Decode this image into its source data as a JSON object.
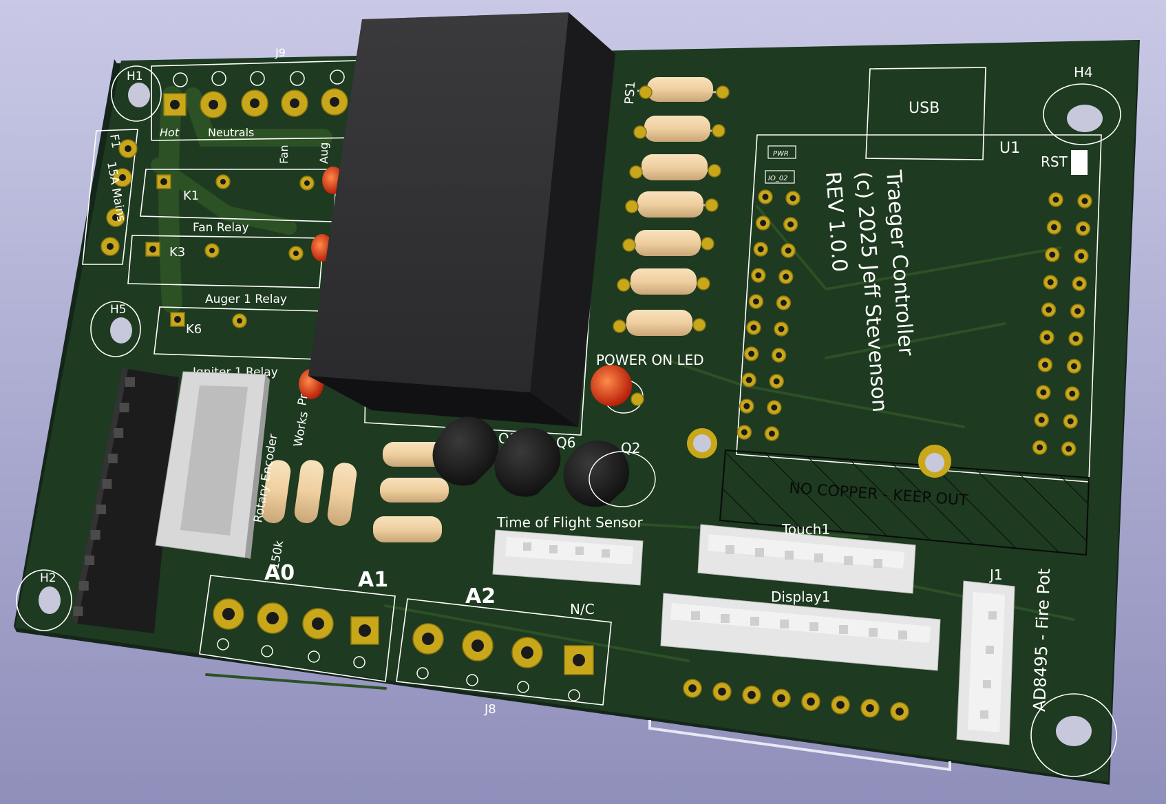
{
  "board": {
    "colors": {
      "background_top": "#c9c9e6",
      "background_bottom": "#8f8fbb",
      "soldermask": "#1e3a20",
      "copper_trace": "#2c5124",
      "silkscreen": "#ffffff",
      "pad_gold": "#c8a81a",
      "relay_body": "#2a2a2c",
      "resistor_body": "#efcf9f",
      "led_red": "#d42a10",
      "connector_white": "#e6e6e6",
      "header_black": "#1c1c1c"
    },
    "silkscreen": {
      "h1": "H1",
      "h2": "H2",
      "h4": "H4",
      "h5": "H5",
      "j9": "J9",
      "hot": "Hot",
      "neutrals": "Neutrals",
      "fan": "Fan",
      "aug": "Aug",
      "f1": "F1",
      "mains": "15A Mains",
      "k1": "K1",
      "fan_relay": "Fan Relay",
      "k3": "K3",
      "auger_relay": "Auger 1 Relay",
      "k6": "K6",
      "igniter_relay": "Igniter 1 Relay",
      "ps1": "PS1",
      "power_on_led": "POWER ON LED",
      "usb": "USB",
      "u1": "U1",
      "rst": "RST",
      "pwr": "PWR",
      "io_02": "IO_02",
      "title_line1": "Traeger Controller",
      "title_line2": "(c) 2025 Jeff Stevenson",
      "title_line3": "REV 1.0.0",
      "q1": "Q1",
      "q6": "Q6",
      "q2": "Q2",
      "rotary_encoder": "Rotary Encoder",
      "works": "Works",
      "pr": "Pr",
      "r150k": "150k",
      "tof": "Time of Flight Sensor",
      "touch1": "Touch1",
      "display1": "Display1",
      "keepout": "NO COPPER - KEEP OUT",
      "a0": "A0",
      "a1": "A1",
      "a2": "A2",
      "nc": "N/C",
      "j8": "J8",
      "j1": "J1",
      "fire_pot": "AD8495 - Fire Pot"
    }
  }
}
